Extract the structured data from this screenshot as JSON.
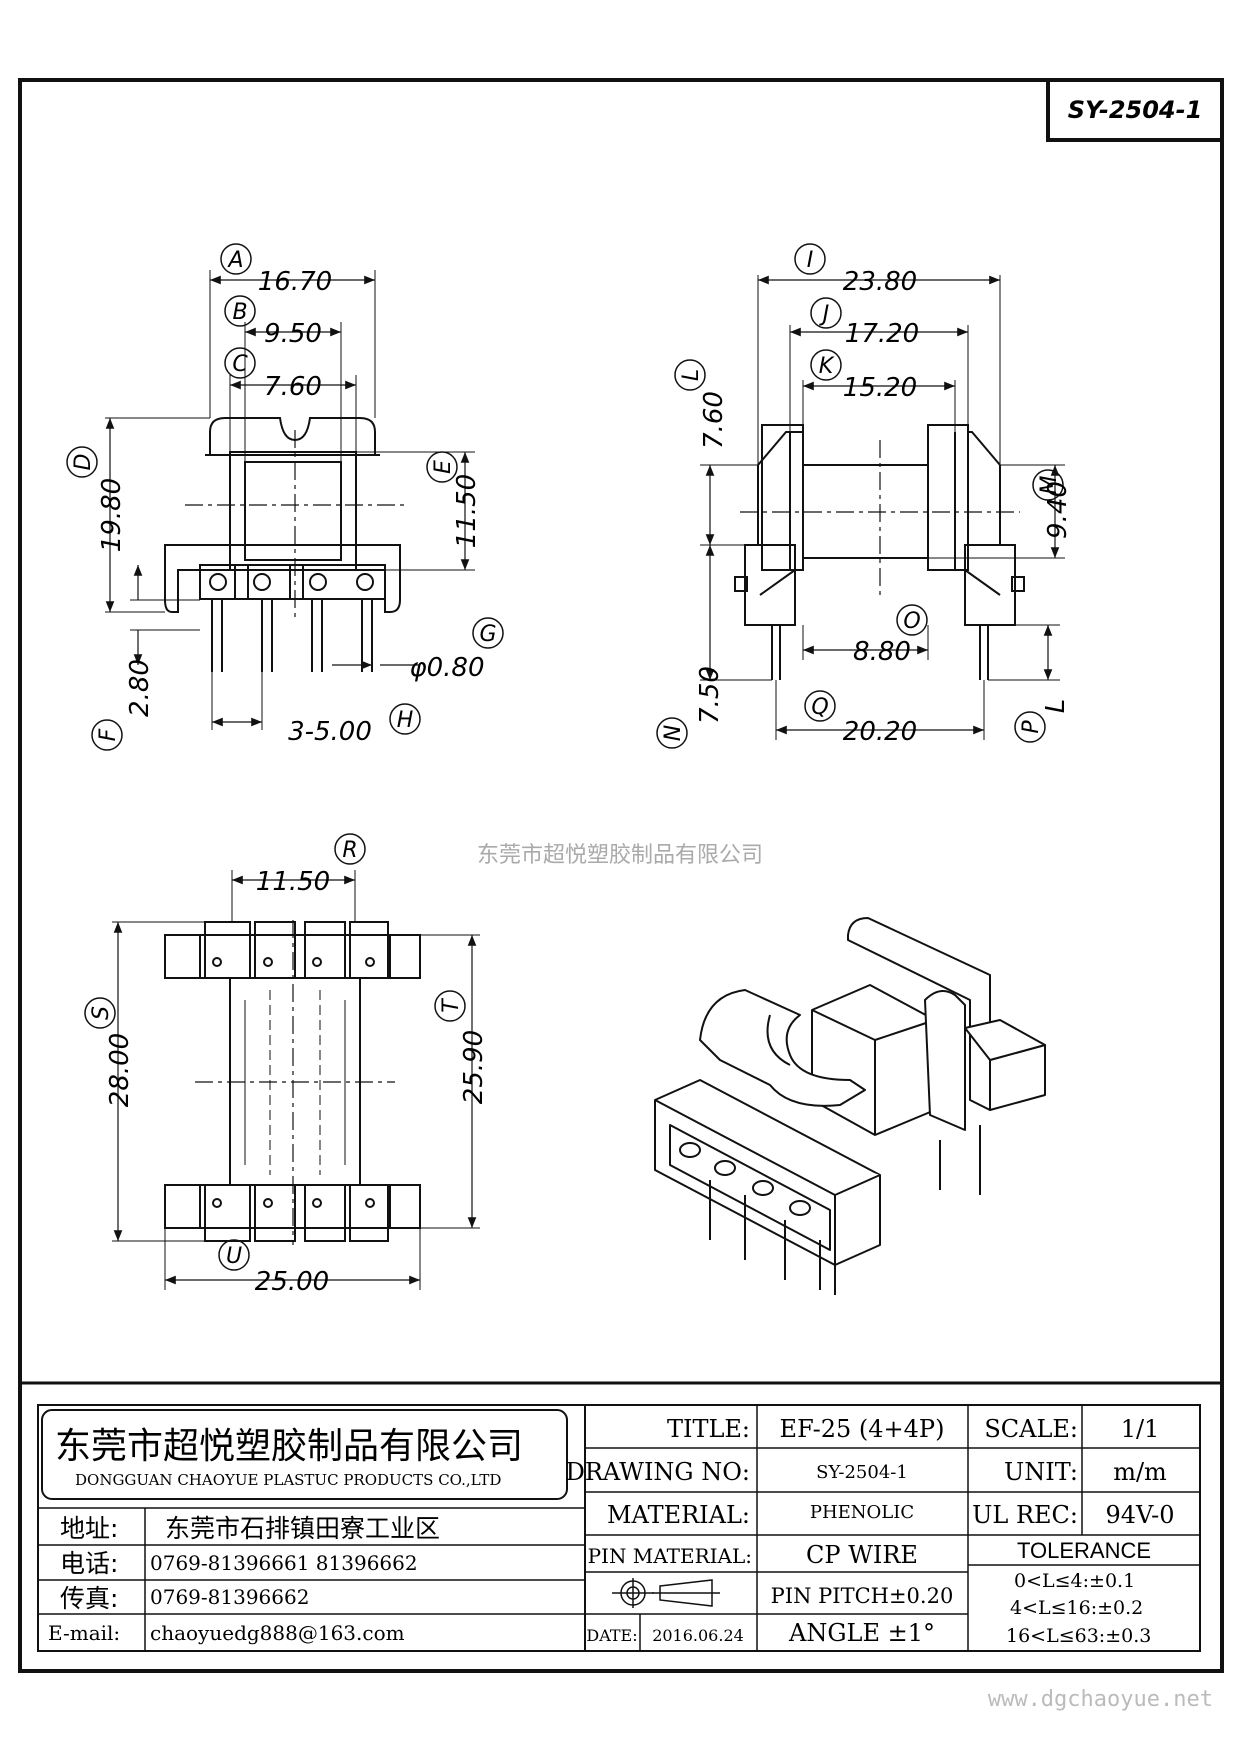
{
  "drawing_no_box": "SY-2504-1",
  "watermark_center": "东莞市超悦塑胶制品有限公司",
  "watermark_url": "www.dgchaoyue.net",
  "dims": {
    "A": "16.70",
    "B": "9.50",
    "C": "7.60",
    "D": "19.80",
    "E": "11.50",
    "F": "2.80",
    "G": "φ0.80",
    "H": "3-5.00",
    "I": "23.80",
    "J": "17.20",
    "K": "15.20",
    "L": "7.60",
    "M": "9.40",
    "N": "7.50",
    "O": "8.80",
    "P": "L",
    "Q": "20.20",
    "R": "11.50",
    "S": "28.00",
    "T": "25.90",
    "U": "25.00"
  },
  "title_block": {
    "company_cn": "东莞市超悦塑胶制品有限公司",
    "company_en": "DONGGUAN CHAOYUE PLASTUC PRODUCTS CO.,LTD",
    "address_label": "地址:",
    "address": "东莞市石排镇田寮工业区",
    "phone_label": "电话:",
    "phone": "0769-81396661   81396662",
    "fax_label": "传真:",
    "fax": "0769-81396662",
    "email_label": "E-mail:",
    "email": "chaoyuedg888@163.com",
    "title_label": "TITLE:",
    "title": "EF-25 (4+4P)",
    "drawing_no_label": "DRAWING NO:",
    "drawing_no": "SY-2504-1",
    "material_label": "MATERIAL:",
    "material": "PHENOLIC",
    "pin_material_label": "PIN MATERIAL:",
    "pin_material": "CP WIRE",
    "pin_pitch": "PIN PITCH±0.20",
    "date_label": "DATE:",
    "date": "2016.06.24",
    "angle": "ANGLE  ±1°",
    "scale_label": "SCALE:",
    "scale": "1/1",
    "unit_label": "UNIT:",
    "unit": "m/m",
    "ul_label": "UL REC:",
    "ul": "94V-0",
    "tolerance_label": "TOLERANCE",
    "tolerances": [
      "0<L≤4:±0.1",
      "4<L≤16:±0.2",
      "16<L≤63:±0.3"
    ]
  }
}
